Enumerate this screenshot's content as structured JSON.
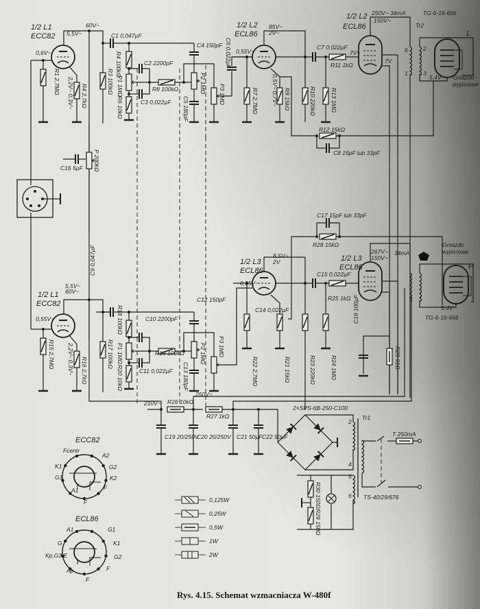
{
  "caption": "Rys. 4.15. Schemat wzmacniacza W-480f",
  "top_channel": {
    "l1_sec": "1/2 L1",
    "l1_type": "ECC82",
    "v_anode": "5,5V~",
    "v_supply": "60V~",
    "v_grid": "0,6V~",
    "r1": "R1 2,7MΩ",
    "v_cath": "2,2V~ 0,3V~",
    "r4": "R4 2,7kΩ",
    "c1": "C1 0,047µF",
    "r3": "R3 100kΩ",
    "r_top": "R4 100kΩ",
    "p1": "P1 1MΩ",
    "r_bot": "R6 10kΩ",
    "c2": "C2 2200pF",
    "c3": "C3 0,022µF",
    "r8": "R8 100kΩ",
    "c4": "C4 150pF",
    "p2": "P2 1MΩ",
    "c5": "C5 180pF",
    "p3": "P3 1MΩ",
    "c6": "C6 0,022µF",
    "l2a_sec": "1/2 L2",
    "l2a_type": "ECL86",
    "v_grid2": "0,55V~",
    "v_an2": "85V~",
    "v_an2b": "2V~",
    "v_cath2": "0,5V~ 0,7V~",
    "r7": "R7 2,7MΩ",
    "r9": "R9 15kΩ",
    "r10": "R10 220kΩ",
    "c7": "C7 0,022µF",
    "r11": "R11 1kΩ",
    "r13": "R13 1MΩ",
    "v_g3": "7V~",
    "l2b_sec": "1/2 L2",
    "l2b_type": "ECL86",
    "v_pa": "250V~ 34mA",
    "v_ps": "150V~",
    "v_k3": "7V",
    "tr2": "Tr2",
    "spk_type": "TG-6-16-666",
    "spk": "L",
    "v_spk": "5,4V",
    "out_1": "Gniazdo",
    "out_2": "wyjściowe",
    "r12": "R12 15kΩ",
    "c8": "C8 15pF lub 33pF",
    "pin6": "6",
    "pin1": "1",
    "pin2": "2",
    "pin3": "3",
    "c16": "C16 5µF",
    "p_bal": "P 200kΩ"
  },
  "bottom_channel": {
    "l1_sec": "1/2 L1",
    "l1_type": "ECC82",
    "v_anode": "5,5V~",
    "v_supply": "60V~",
    "v_grid": "0,55V~",
    "c9": "C9 0,047µF",
    "r15": "R15 2,7MΩ",
    "v_cath": "2,2V~ 0,3V~",
    "r16": "R16 2,7kΩ",
    "r17": "R17 100kΩ",
    "r18": "R18 100kΩ",
    "p1": "P1 1MΩ",
    "r20": "R20 10kΩ",
    "c10": "C10 2200pF",
    "c11": "C11 0,022µF",
    "r19": "R19 100kΩ",
    "c12": "C12 150pF",
    "p2": "P2 1MΩ",
    "c13": "C13 180pF",
    "p3": "P3 1MΩ",
    "l3a_sec": "1/2 L3",
    "l3a_type": "ECL86",
    "v_an": "8,5V~",
    "v_an_b": "2V",
    "c14": "C14 0,022µF",
    "r22": "R22 2,7MΩ",
    "r21": "R21 15kΩ",
    "r23": "R23 220kΩ",
    "c15": "C15 0,022µF",
    "r25": "R25 1kΩ",
    "r24": "R24 1MΩ",
    "c17": "C17 15pF lub 33pF",
    "r28": "R28 15kΩ",
    "l3b_sec": "1/2 L3",
    "l3b_type": "ECL86",
    "v_pa": "267V~",
    "v_ps": "150V~",
    "i_a": "34mA",
    "c18": "C18 100µF",
    "r29": "R29 91Ω",
    "out_1": "Gniazdo",
    "out_2": "wyjściowe",
    "spk": "P",
    "v_spk": "5,4V",
    "spk_type": "TG-6-16-666"
  },
  "power_supply": {
    "v_210": "210V~",
    "r26": "R26 10kΩ",
    "v_250": "250V~",
    "r27": "R27 1kΩ",
    "c19": "C19 20/250V",
    "c20": "C20 20/250V",
    "c21": "C21 50µF",
    "c22": "C22 50µF",
    "bridge": "2×SPS-6B-250-C100",
    "tr1": "Tr1",
    "fuse": "T 250mA",
    "tr1_type": "TS-40/29/676",
    "r30": "R30 150Ω",
    "r31": "R29 150Ω",
    "pin2": "2",
    "pin4": "4",
    "pin5": "5",
    "pin6": "6"
  },
  "legend": [
    "0,125W",
    "0,25W",
    "0,5W",
    "1W",
    "2W"
  ],
  "pinouts": {
    "ecc82": {
      "title": "ECC82",
      "pins": [
        "Fcentr",
        "A2",
        "K1",
        "G2",
        "G1",
        "K2",
        "A1",
        "F",
        "F"
      ]
    },
    "ecl86": {
      "title": "ECL86",
      "pins": [
        "A1",
        "G1",
        "G",
        "K1",
        "Kp,G3,E",
        "G2",
        "Ap",
        "F",
        "F"
      ]
    }
  }
}
